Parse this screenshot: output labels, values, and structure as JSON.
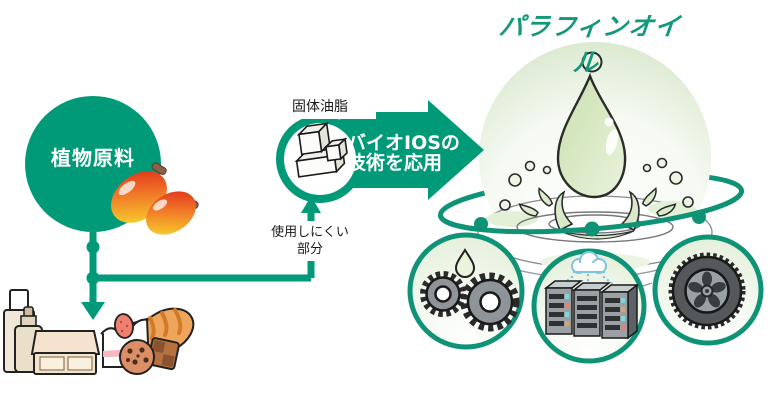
{
  "title": "パラフィンオイル",
  "source_circle": {
    "label": "植物原料"
  },
  "solid_fat_tag": {
    "label": "固体油脂"
  },
  "process_arrow": {
    "line1": "バイオIOSの",
    "line2": "技術を応用"
  },
  "unused_part_tag": {
    "line1": "使用しにくい",
    "line2": "部分"
  },
  "colors": {
    "accent_teal": "#009a78",
    "ring_teal": "#0f9377",
    "title_green": "#12997c",
    "light_green_fill": "#e3efd8"
  },
  "icons": {
    "source": "palm-fruits-icon",
    "solid_fat": "sugar-cube-blocks-icon",
    "main": "oil-drop-splash-icon",
    "products_left": [
      "cosmetics-icon",
      "sweets-bread-icon"
    ],
    "applications": [
      "gears-oil-drop-icon",
      "server-racks-cloud-icon",
      "tire-icon"
    ]
  }
}
